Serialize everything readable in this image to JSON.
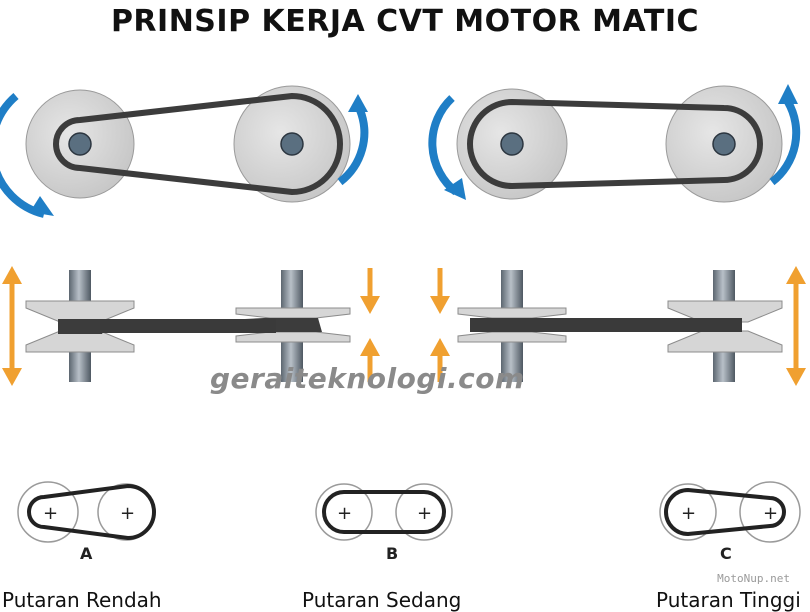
{
  "title": "PRINSIP KERJA CVT MOTOR MATIC",
  "watermark": "geraiteknologi.com",
  "credit": "MotoNup.net",
  "colors": {
    "arrow_blue": "#1f7ec6",
    "arrow_orange": "#f0a030",
    "pulley_gray": "#dcdcdc",
    "belt_dark": "#3c3c3c",
    "shaft_gray": "#707a84"
  },
  "stages": [
    {
      "letter": "A",
      "caption": "Putaran Rendah"
    },
    {
      "letter": "B",
      "caption": "Putaran Sedang"
    },
    {
      "letter": "C",
      "caption": "Putaran Tinggi"
    }
  ]
}
